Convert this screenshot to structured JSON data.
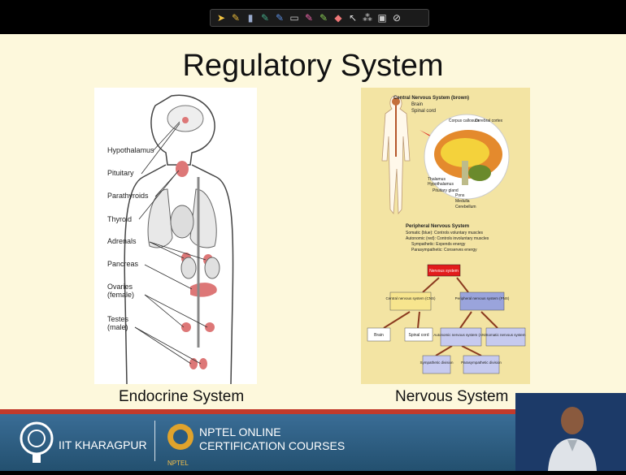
{
  "toolbar": {
    "items": [
      "pointer",
      "pen",
      "highlighter",
      "pen2",
      "marker",
      "eraser",
      "lasso",
      "pencil",
      "shape",
      "laser",
      "text",
      "clear"
    ]
  },
  "slide": {
    "title": "Regulatory System",
    "left_caption": "Endocrine System",
    "right_caption": "Nervous System"
  },
  "endocrine": {
    "labels": [
      "Hypothalamus",
      "Pituitary",
      "Parathyroids",
      "Thyroid",
      "Adrenals",
      "Pancreas",
      "Ovaries\n(female)",
      "Testes\n(male)"
    ]
  },
  "nervous": {
    "cns_title": "Central Nervous System (brown)",
    "cns_items": [
      "Brain",
      "Spinal cord"
    ],
    "brain_labels": [
      "Corpus callosum",
      "Cerebral cortex",
      "Thalamus",
      "Hypothalamus",
      "Pituitary gland",
      "Pons",
      "Medulla",
      "Cerebellum"
    ],
    "pns_title": "Peripheral Nervous System",
    "pns_lines": [
      "Somatic (blue): Controls voluntary muscles",
      "Autonomic (red): Controls involuntary muscles",
      "Sympathetic: Expends energy",
      "Parasympathetic: Conserves energy"
    ],
    "flow": {
      "root": "Nervous system",
      "cns": "Central nervous system (CNS)",
      "pns": "Peripheral nervous system (PNS)",
      "brain": "Brain",
      "spinal": "Spinal cord",
      "autonomic": "Autonomic nervous system (ANS)",
      "somatic": "Somatic nervous system",
      "sympathetic": "Sympathetic division",
      "parasympathetic": "Parasympathetic division"
    }
  },
  "footer": {
    "iit": "IIT KHARAGPUR",
    "nptel_line1": "NPTEL ONLINE",
    "nptel_line2": "CERTIFICATION COURSES",
    "nptel_small": "NPTEL"
  }
}
